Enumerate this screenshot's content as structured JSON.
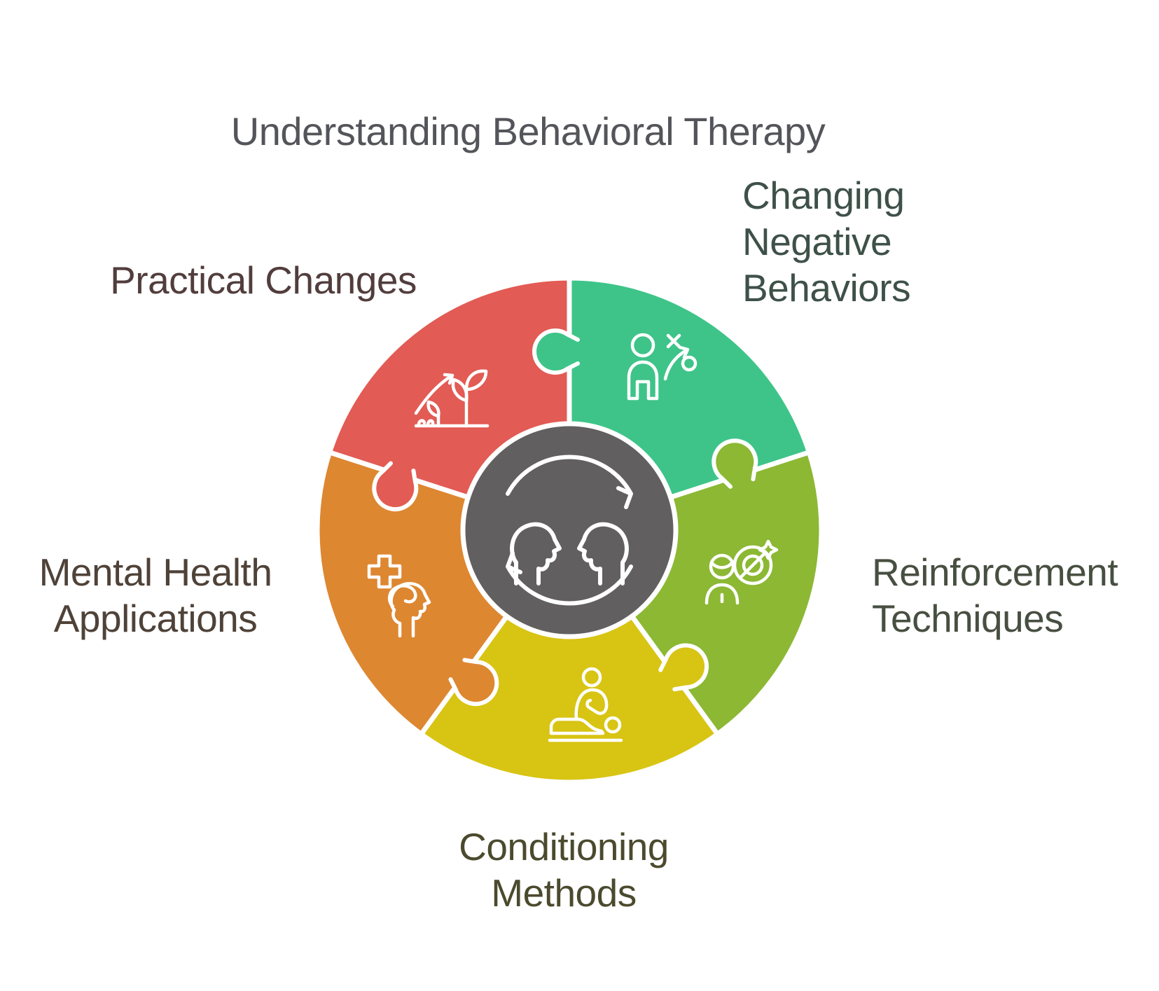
{
  "title": "Understanding Behavioral Therapy",
  "title_color": "#54555a",
  "background": "#ffffff",
  "stroke_color": "#ffffff",
  "center_circle": {
    "icon": "two-heads-exchange-icon",
    "color": "#615f60"
  },
  "segments": [
    {
      "id": "changing-negative-behaviors",
      "label": "Changing Negative Behaviors",
      "color": "#3ec489",
      "label_color": "#3e5149",
      "icon": "person-strategy-icon",
      "position": "top-right"
    },
    {
      "id": "reinforcement-techniques",
      "label": "Reinforcement Techniques",
      "color": "#8cb834",
      "label_color": "#474f41",
      "icon": "person-target-icon",
      "position": "right"
    },
    {
      "id": "conditioning-methods",
      "label": "Conditioning Methods",
      "color": "#d8c413",
      "label_color": "#4b4a2e",
      "icon": "massage-therapy-icon",
      "position": "bottom"
    },
    {
      "id": "mental-health-applications",
      "label": "Mental Health Applications",
      "color": "#dd8731",
      "label_color": "#4f4238",
      "icon": "head-cross-icon",
      "position": "left"
    },
    {
      "id": "practical-changes",
      "label": "Practical Changes",
      "color": "#e25b54",
      "label_color": "#523d3d",
      "icon": "plant-growth-icon",
      "position": "top-left"
    }
  ]
}
